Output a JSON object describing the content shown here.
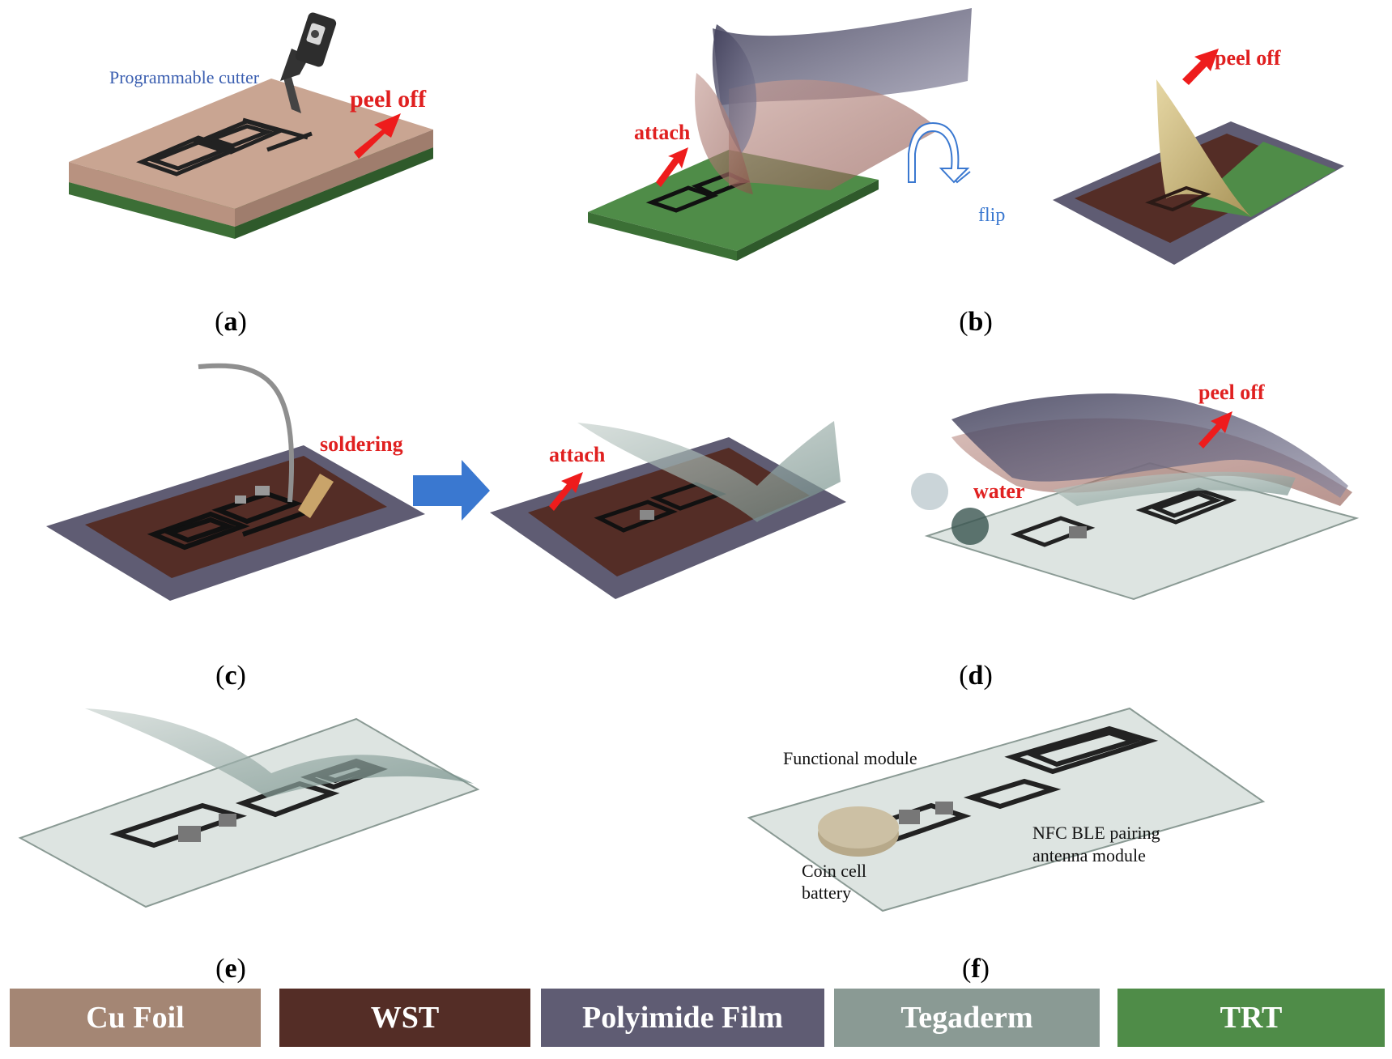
{
  "panels": {
    "a": {
      "label": "a",
      "cutter_label": "Programmable cutter",
      "action": "peel off"
    },
    "b": {
      "label": "b",
      "attach_label": "attach",
      "flip_label": "flip",
      "peel_label": "peel off"
    },
    "c": {
      "label": "c",
      "soldering_label": "soldering",
      "attach_label": "attach"
    },
    "d": {
      "label": "d",
      "water_label": "water",
      "peel_label": "peel off"
    },
    "e": {
      "label": "e"
    },
    "f": {
      "label": "f",
      "functional_module": "Functional module",
      "nfc_line1": "NFC BLE  pairing",
      "nfc_line2": "antenna module",
      "coin_line1": "Coin cell",
      "coin_line2": "battery"
    }
  },
  "legend": [
    {
      "label": "Cu Foil",
      "color": "#a48674"
    },
    {
      "label": "WST",
      "color": "#542d26"
    },
    {
      "label": "Polyimide Film",
      "color": "#5f5c73"
    },
    {
      "label": "Tegaderm",
      "color": "#8a9a94"
    },
    {
      "label": "TRT",
      "color": "#4f8c48"
    }
  ],
  "colors": {
    "arrow_red": "#ee1c1c",
    "arrow_blue": "#3a78d0",
    "label_red": "#e02020",
    "label_blue": "#3a5eb0"
  }
}
